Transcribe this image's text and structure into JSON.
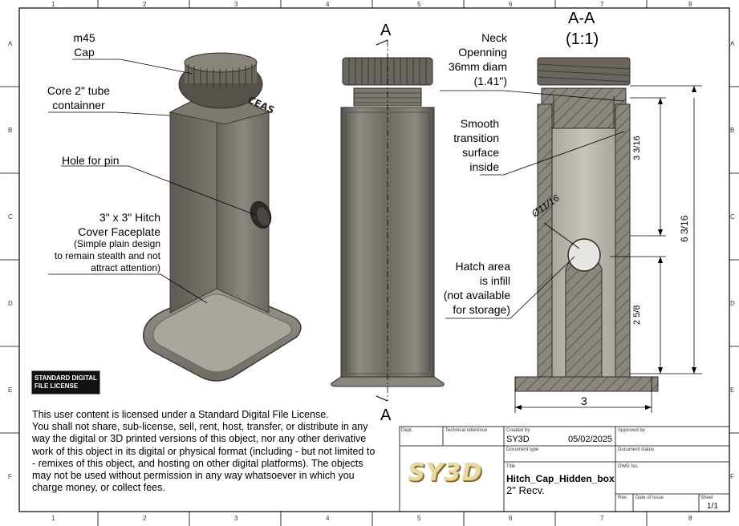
{
  "zones": {
    "columns": [
      "1",
      "2",
      "3",
      "4",
      "5",
      "6",
      "7",
      "8"
    ],
    "rows": [
      "A",
      "B",
      "C",
      "D",
      "E",
      "F"
    ]
  },
  "section": {
    "title": "A-A",
    "scale": "(1:1)",
    "marker": "A"
  },
  "annotations": {
    "cap": [
      "m45",
      "Cap"
    ],
    "core": [
      "Core 2\" tube",
      "containner"
    ],
    "hole": "Hole for pin",
    "faceplate": [
      "3\" x 3\" Hitch",
      "Cover Faceplate"
    ],
    "faceplate_note": [
      "(Simple plain design",
      "to remain stealth and not",
      "attract attention)"
    ],
    "neck": [
      "Neck",
      "Openning",
      "36mm diam",
      "(1.41\")"
    ],
    "smooth": [
      "Smooth",
      "transition",
      "surface",
      "inside"
    ],
    "hatch": [
      "Hatch area",
      "is  infill",
      "(not available",
      "for storage)"
    ]
  },
  "dimensions": {
    "diameter": "Ø11/16",
    "height_upper": "3 3/16",
    "height_total": "6 3/16",
    "height_lower": "2 5/8",
    "width": "3"
  },
  "brand_text": "CEAS",
  "license": {
    "badge": [
      "STANDARD DIGITAL",
      "FILE LICENSE"
    ],
    "lines": [
      "This user content is licensed under a Standard Digital File License.",
      "You shall not share, sub-license, sell, rent, host, transfer, or distribute in any",
      "way the digital or 3D printed versions of this object, nor any other derivative",
      "work of this object in its digital or physical format (including - but not limited to",
      "- remixes of this object, and hosting on other digital platforms). The objects",
      "may not be used without permission in any way whatsoever in which you",
      "charge money, or collect fees."
    ]
  },
  "title_block": {
    "labels": {
      "dept": "Dept.",
      "tech_ref": "Technical reference",
      "created_by": "Created by",
      "approved_by": "Approved by",
      "doc_type": "Document type",
      "doc_status": "Document status",
      "title": "Title",
      "dwg_no": "DWG No.",
      "rev": "Rev.",
      "date_of_issue": "Date of issue",
      "sheet": "Sheet"
    },
    "created_by": "SY3D",
    "date": "05/02/2025",
    "title": "Hitch_Cap_Hidden_box",
    "subtitle": "2\" Recv.",
    "sheet": "1/1",
    "logo": "SY3D"
  }
}
